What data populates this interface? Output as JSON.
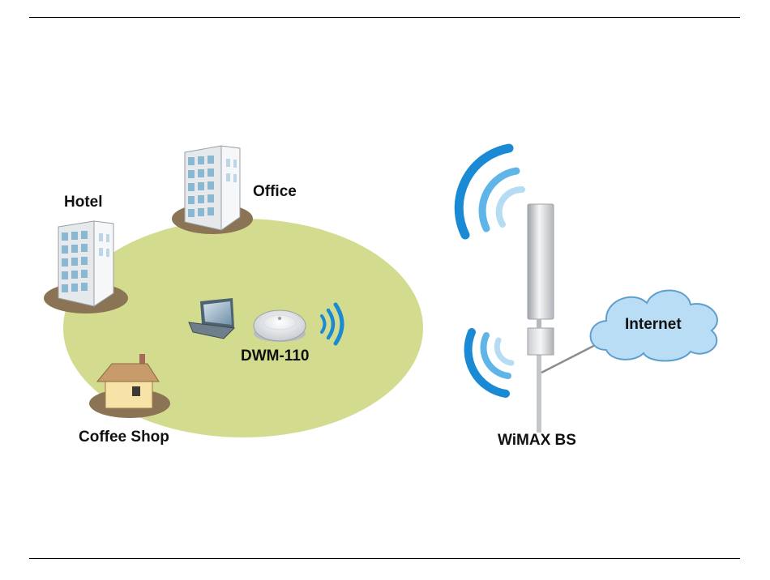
{
  "labels": {
    "hotel": "Hotel",
    "office": "Office",
    "coffee_shop": "Coffee Shop",
    "device": "DWM-110",
    "base_station": "WiMAX BS",
    "internet": "Internet"
  },
  "colors": {
    "coverage_area": "#d3dc8e",
    "ground_shadow": "#8b7355",
    "signal_dark": "#1a8ad4",
    "signal_mid": "#5fb4e8",
    "signal_light": "#b6dcf4",
    "cloud_fill": "#b9ddf4",
    "cloud_stroke": "#5f9fcc",
    "building_face": "#dfe3e6",
    "building_window": "#8ab7d2"
  },
  "icons": {
    "hotel": "building-icon",
    "office": "building-icon",
    "coffee_shop": "house-icon",
    "laptop": "laptop-icon",
    "device": "router-icon",
    "base_station": "antenna-tower-icon",
    "internet": "cloud-icon"
  }
}
